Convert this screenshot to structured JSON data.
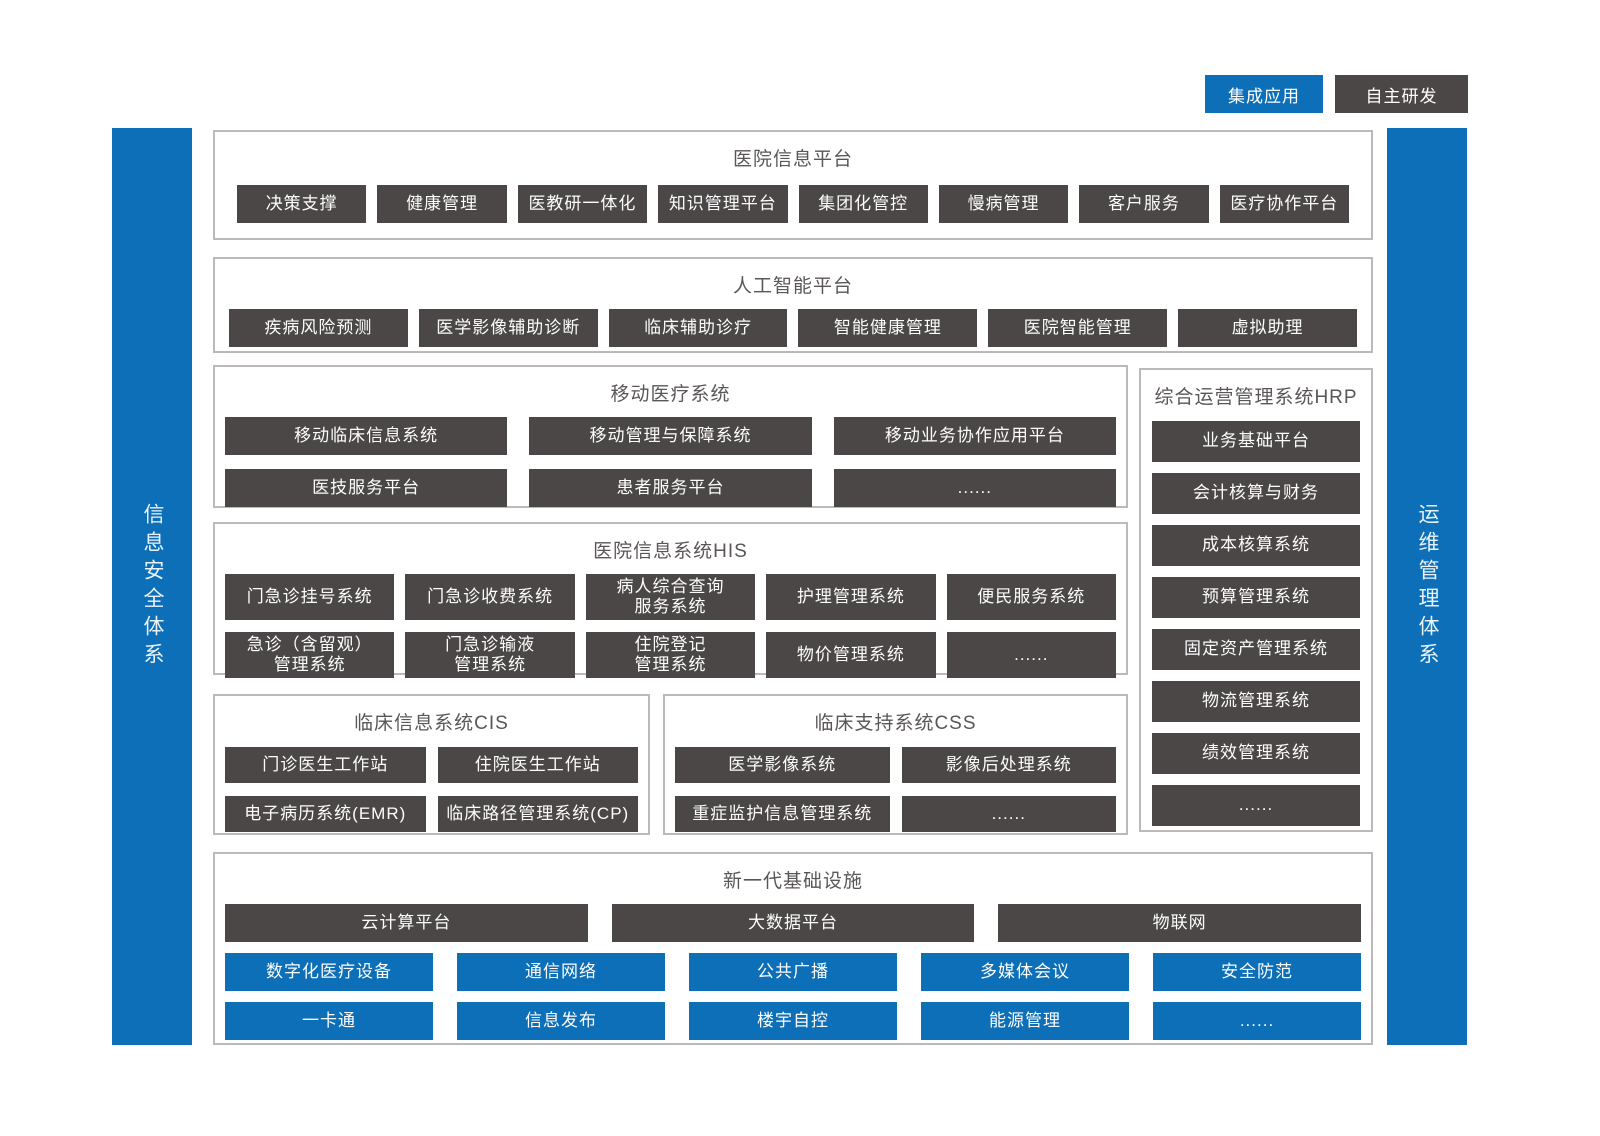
{
  "colors": {
    "blue": "#0d6fb8",
    "dark_gray": "#4b4747",
    "border_gray": "#bcb9b8",
    "title_text": "#5a5655"
  },
  "legend": {
    "integrated": "集成应用",
    "self_developed": "自主研发"
  },
  "left_bar_label": "信息安全体系",
  "right_bar_label": "运维管理体系",
  "sections": {
    "hospital_info_platform": {
      "title": "医院信息平台",
      "items": [
        "决策支撑",
        "健康管理",
        "医教研一体化",
        "知识管理平台",
        "集团化管控",
        "慢病管理",
        "客户服务",
        "医疗协作平台"
      ]
    },
    "ai_platform": {
      "title": "人工智能平台",
      "items": [
        "疾病风险预测",
        "医学影像辅助诊断",
        "临床辅助诊疗",
        "智能健康管理",
        "医院智能管理",
        "虚拟助理"
      ]
    },
    "mobile_medical": {
      "title": "移动医疗系统",
      "rows": [
        [
          "移动临床信息系统",
          "移动管理与保障系统",
          "移动业务协作应用平台"
        ],
        [
          "医技服务平台",
          "患者服务平台",
          "......"
        ]
      ]
    },
    "hrp": {
      "title": "综合运营管理系统HRP",
      "items": [
        "业务基础平台",
        "会计核算与财务",
        "成本核算系统",
        "预算管理系统",
        "固定资产管理系统",
        "物流管理系统",
        "绩效管理系统",
        "......"
      ]
    },
    "his": {
      "title": "医院信息系统HIS",
      "rows": [
        [
          "门急诊挂号系统",
          "门急诊收费系统",
          "病人综合查询\n服务系统",
          "护理管理系统",
          "便民服务系统"
        ],
        [
          "急诊（含留观）\n管理系统",
          "门急诊输液\n管理系统",
          "住院登记\n管理系统",
          "物价管理系统",
          "......"
        ]
      ]
    },
    "cis": {
      "title": "临床信息系统CIS",
      "rows": [
        [
          "门诊医生工作站",
          "住院医生工作站"
        ],
        [
          "电子病历系统(EMR)",
          "临床路径管理系统(CP)"
        ]
      ]
    },
    "css": {
      "title": "临床支持系统CSS",
      "rows": [
        [
          "医学影像系统",
          "影像后处理系统"
        ],
        [
          "重症监护信息管理系统",
          "......"
        ]
      ]
    },
    "infrastructure": {
      "title": "新一代基础设施",
      "dark_row": [
        "云计算平台",
        "大数据平台",
        "物联网"
      ],
      "blue_rows": [
        [
          "数字化医疗设备",
          "通信网络",
          "公共广播",
          "多媒体会议",
          "安全防范"
        ],
        [
          "一卡通",
          "信息发布",
          "楼宇自控",
          "能源管理",
          "......"
        ]
      ]
    }
  }
}
